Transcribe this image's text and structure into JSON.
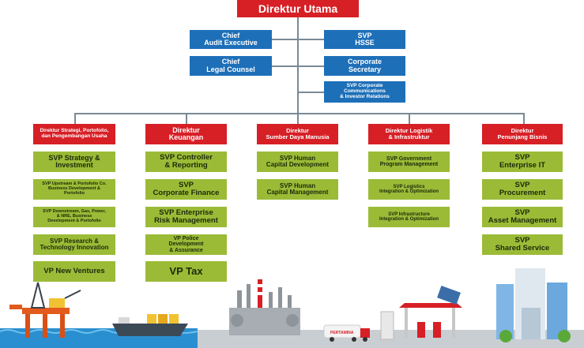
{
  "top": {
    "title": "Direktur Utama"
  },
  "staff": {
    "left": [
      "Chief\nAudit Executive",
      "Chief\nLegal Counsel"
    ],
    "right": [
      "SVP\nHSSE",
      "Corporate\nSecretary",
      "SVP Corporate\nCommunications\n& Investor Relations"
    ]
  },
  "directorates": [
    {
      "title": "Direktur Strategi, Portofolio,\ndan Pengembangan Usaha",
      "units": [
        "SVP Strategy &\nInvestment",
        "SVP Upstream & Portofolio Co.\nBusiness Development &\nPortofolio",
        "SVP Downstream, Gas, Power,\n& NRE, Business\nDevelopment & Portofolio",
        "SVP Research &\nTechnology Innovation",
        "VP New Ventures"
      ]
    },
    {
      "title": "Direktur\nKeuangan",
      "units": [
        "SVP Controller\n& Reporting",
        "SVP\nCorporate Finance",
        "SVP Enterprise\nRisk Management",
        "VP Police\nDevelopment\n& Assurance",
        "VP Tax"
      ]
    },
    {
      "title": "Direktur\nSumber Daya Manusia",
      "units": [
        "SVP Human\nCapital Development",
        "SVP Human\nCapital Management"
      ]
    },
    {
      "title": "Direktur Logistik\n& Infrastruktur",
      "units": [
        "SVP Government\nProgram Management",
        "SVP Logistics\nIntegration & Optimization",
        "SVP Infrastructure\nIntegration & Optimization"
      ]
    },
    {
      "title": "Direktur\nPenunjang Bisnis",
      "units": [
        "SVP\nEnterprise IT",
        "SVP\nProcurement",
        "SVP\nAsset Management",
        "SVP\nShared Service"
      ]
    }
  ],
  "colors": {
    "red": "#d71f26",
    "blue": "#1d6fb8",
    "green": "#9bbb37",
    "connector": "#7a8a96"
  },
  "illustration": {
    "truck_logo": "PERTAMINA"
  }
}
